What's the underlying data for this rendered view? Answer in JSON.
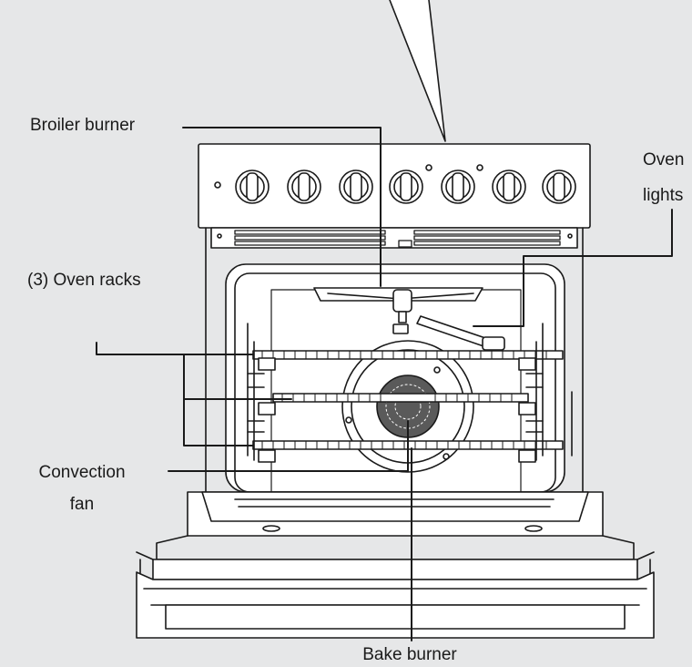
{
  "labels": {
    "broiler_burner": "Broiler burner",
    "oven_lights_line1": "Oven",
    "oven_lights_line2": "lights",
    "oven_racks": "(3) Oven racks",
    "convection_fan_line1": "Convection",
    "convection_fan_line2": "fan",
    "bake_burner": "Bake burner"
  },
  "control_panel": {
    "knob_count": 7
  },
  "colors": {
    "background": "#e6e7e8",
    "line": "#1a1a1a",
    "fill": "#ffffff"
  }
}
